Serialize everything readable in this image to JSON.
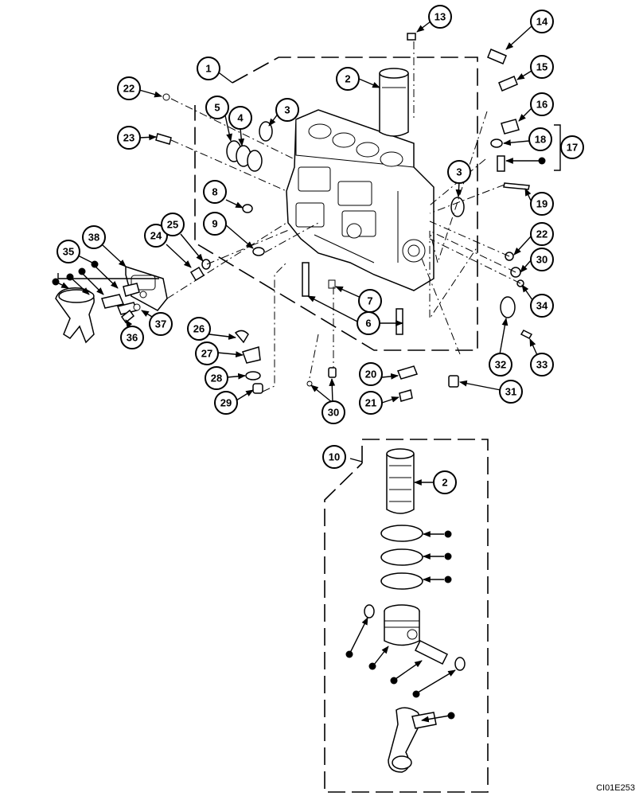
{
  "drawing_code": "CI01E253",
  "callouts": [
    "1",
    "2",
    "3",
    "4",
    "5",
    "6",
    "7",
    "8",
    "9",
    "10",
    "13",
    "14",
    "15",
    "16",
    "17",
    "18",
    "19",
    "20",
    "21",
    "22",
    "23",
    "24",
    "25",
    "26",
    "27",
    "28",
    "29",
    "30",
    "31",
    "32",
    "33",
    "34",
    "35",
    "36",
    "37",
    "38"
  ]
}
